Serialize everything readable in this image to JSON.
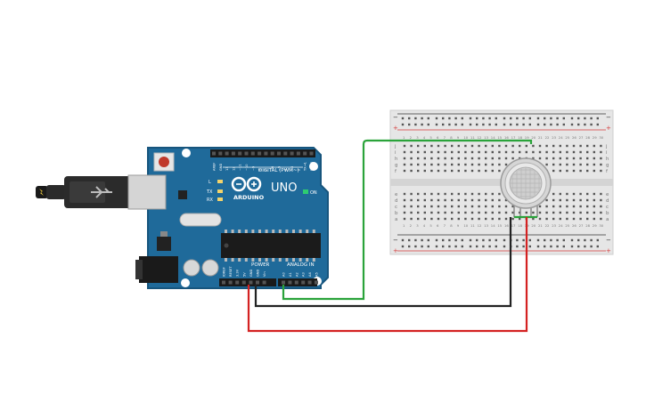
{
  "arduino": {
    "brand": "ARDUINO",
    "model": "UNO",
    "digital_label": "DIGITAL (PWM~)",
    "power_label": "POWER",
    "analog_label": "ANALOG IN",
    "on_label": "ON",
    "l_label": "L",
    "tx_label": "TX",
    "rx_label": "RX",
    "digital_pins": [
      "AREF",
      "GND",
      "13",
      "12",
      "~11",
      "~10",
      "~9",
      "8",
      "7",
      "~6",
      "~5",
      "4",
      "~3",
      "2",
      "TX→1",
      "RX←0"
    ],
    "power_pins": [
      "IOREF",
      "RESET",
      "3.3V",
      "5V",
      "GND",
      "GND",
      "Vin"
    ],
    "analog_pins": [
      "A0",
      "A1",
      "A2",
      "A3",
      "A4",
      "A5"
    ]
  },
  "breadboard": {
    "row_letters_top": [
      "j",
      "i",
      "h",
      "g",
      "f"
    ],
    "row_letters_bottom": [
      "e",
      "d",
      "c",
      "b",
      "a"
    ],
    "column_numbers": [
      "1",
      "2",
      "3",
      "4",
      "5",
      "6",
      "7",
      "8",
      "9",
      "10",
      "11",
      "12",
      "13",
      "14",
      "15",
      "16",
      "17",
      "18",
      "19",
      "20",
      "21",
      "22",
      "23",
      "24",
      "25",
      "26",
      "27",
      "28",
      "29",
      "30"
    ],
    "rail_minus": "−",
    "rail_plus": "+"
  },
  "colors": {
    "board": "#1f6a9a",
    "board_edge": "#17557d",
    "breadboard": "#e6e6e6",
    "wire_green": "#2aa33a",
    "wire_red": "#d42222",
    "wire_black": "#222222",
    "rail_red": "#d43a3a",
    "rail_black": "#333333"
  }
}
